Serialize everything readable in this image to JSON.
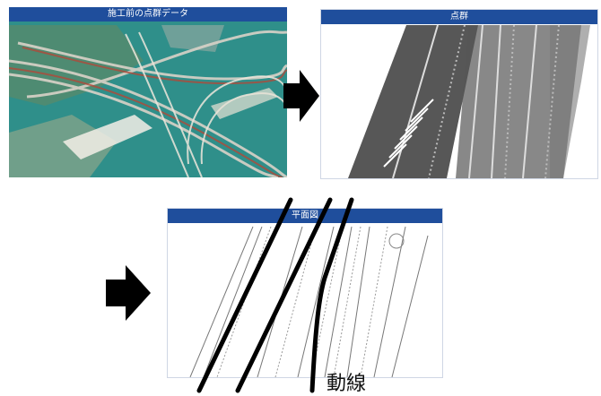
{
  "panels": {
    "point_cloud": {
      "title": "施工前の点群データ"
    },
    "contour": {
      "title": "点群"
    },
    "line_drawing": {
      "title": "平面図"
    }
  },
  "caption": "動線",
  "colors": {
    "title_bar": "#1f4e9c",
    "aerial_water": "#2f8f8a",
    "arrow": "#000000",
    "trajectory": "#000000"
  }
}
